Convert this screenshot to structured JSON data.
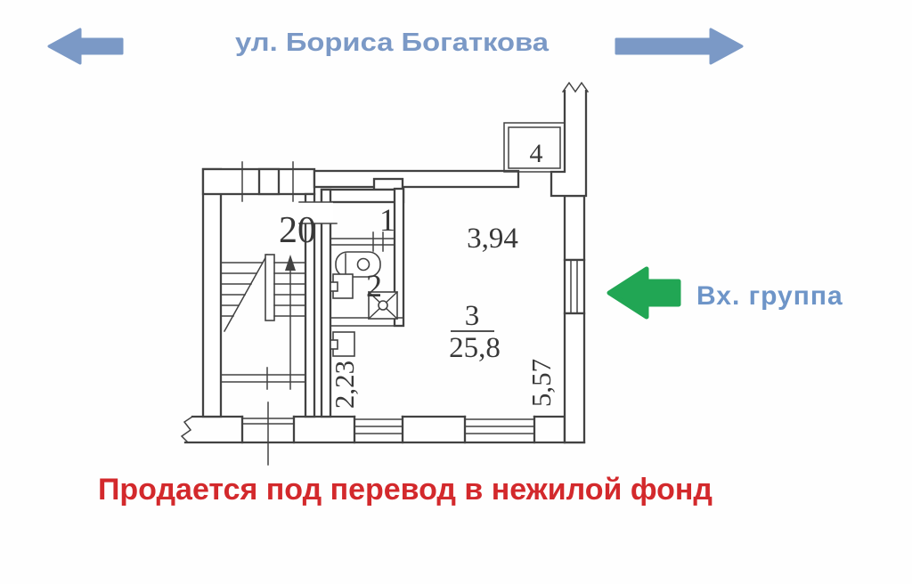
{
  "street": {
    "name": "ул. Бориса Богаткова"
  },
  "entrance": {
    "label": "Вх. группа"
  },
  "note": {
    "text": "Продается под перевод в нежилой фонд"
  },
  "plan": {
    "rooms": {
      "stairwell": "20",
      "hallway": "1",
      "bathroom": "2",
      "main_room": "3",
      "balcony": "4"
    },
    "measurements": {
      "main_room_area": "25,8",
      "top_width_m": "3,94",
      "left_depth_m": "2,23",
      "right_depth_m": "5,57"
    }
  },
  "colors": {
    "street_blue": "#7b99c6",
    "entrance_label_blue": "#6e95c8",
    "arrow_green": "#21a654",
    "note_red": "#d3292c",
    "plan_line_gray": "#424242"
  }
}
